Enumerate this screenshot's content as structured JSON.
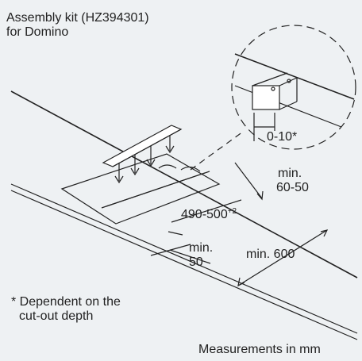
{
  "header": {
    "title_line1": "Assembly kit (HZ394301)",
    "title_line2": "for Domino"
  },
  "labels": {
    "offset": "0-10*",
    "min_60_50_a": "min.",
    "min_60_50_b": "60-50",
    "width_main": "490-500",
    "width_sup": "+2",
    "min_50_a": "min.",
    "min_50_b": "50",
    "min_600": "min. 600"
  },
  "footnote": {
    "line1": "* Dependent on the",
    "line2": "cut-out depth"
  },
  "footer": {
    "measurements": "Measurements in mm"
  },
  "colors": {
    "line": "#222222",
    "background": "#eef1f3"
  }
}
